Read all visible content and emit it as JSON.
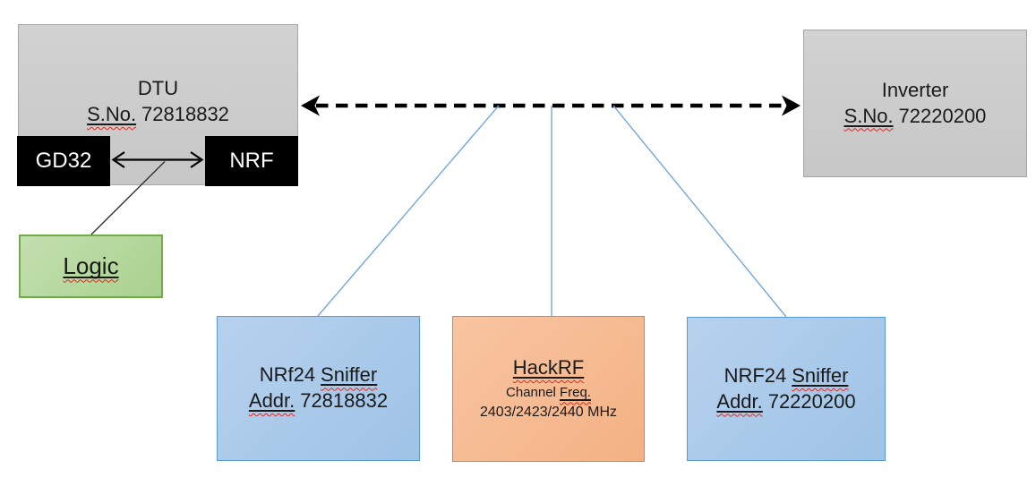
{
  "colors": {
    "gray_fill": "#C9C9C9",
    "gray_border": "#A6A6A6",
    "chip_black": "#000000",
    "green_fill": "#A9D18E",
    "green_border": "#6FAD47",
    "blue_fill": "#9EC3E6",
    "blue_border": "#5B9BD5",
    "orange_fill": "#F4B183",
    "orange_border": "#ED7D31",
    "connector_blue": "#74A7DB",
    "squiggle_red": "#E0281E"
  },
  "nodes": {
    "dtu": {
      "title": "DTU",
      "serial_label": "S.No.",
      "serial_number": "72818832"
    },
    "gd32": {
      "label": "GD32"
    },
    "nrf": {
      "label": "NRF"
    },
    "logic": {
      "label": "Logic"
    },
    "inverter": {
      "title": "Inverter",
      "serial_label": "S.No.",
      "serial_number": "72220200"
    },
    "sniffer_left": {
      "model": "NRf24",
      "model_word": "Sniffer",
      "addr_label": "Addr.",
      "address": "72818832"
    },
    "hackrf": {
      "title": "HackRF",
      "channel_word": "Channel",
      "freq_word": "Freq.",
      "frequencies": "2403/2423/2440 MHz"
    },
    "sniffer_right": {
      "model": "NRF24",
      "model_word": "Sniffer",
      "addr_label": "Addr.",
      "address": "72220200"
    }
  }
}
